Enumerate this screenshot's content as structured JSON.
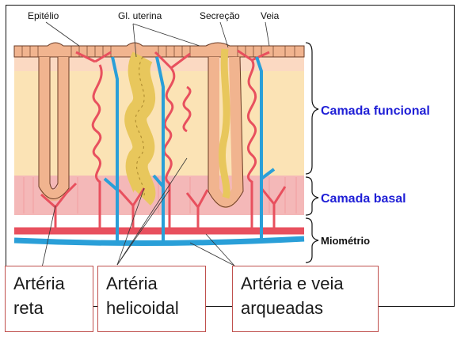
{
  "labels": {
    "top": [
      "Epitélio",
      "Gl. uterina",
      "Secreção",
      "Veia"
    ],
    "layers": {
      "funcional": "Camada funcional",
      "basal": "Camada basal",
      "miometrio": "Miométrio"
    }
  },
  "boxes": [
    {
      "line1": "Artéria",
      "line2": "reta"
    },
    {
      "line1": "Artéria",
      "line2": "helicoidal"
    },
    {
      "line1": "Artéria e veia",
      "line2": "arqueadas"
    }
  ],
  "colors": {
    "funcional": "#fbe3b5",
    "epithelium_band": "#fbd9c2",
    "basal": "#f4b8b8",
    "artery": "#e8505e",
    "vein": "#2a9fd8",
    "gland": "#f1b48f",
    "secretion": "#e8c75c",
    "layer_label_blue": "#1f1fd6",
    "box_border": "#c0504d"
  }
}
